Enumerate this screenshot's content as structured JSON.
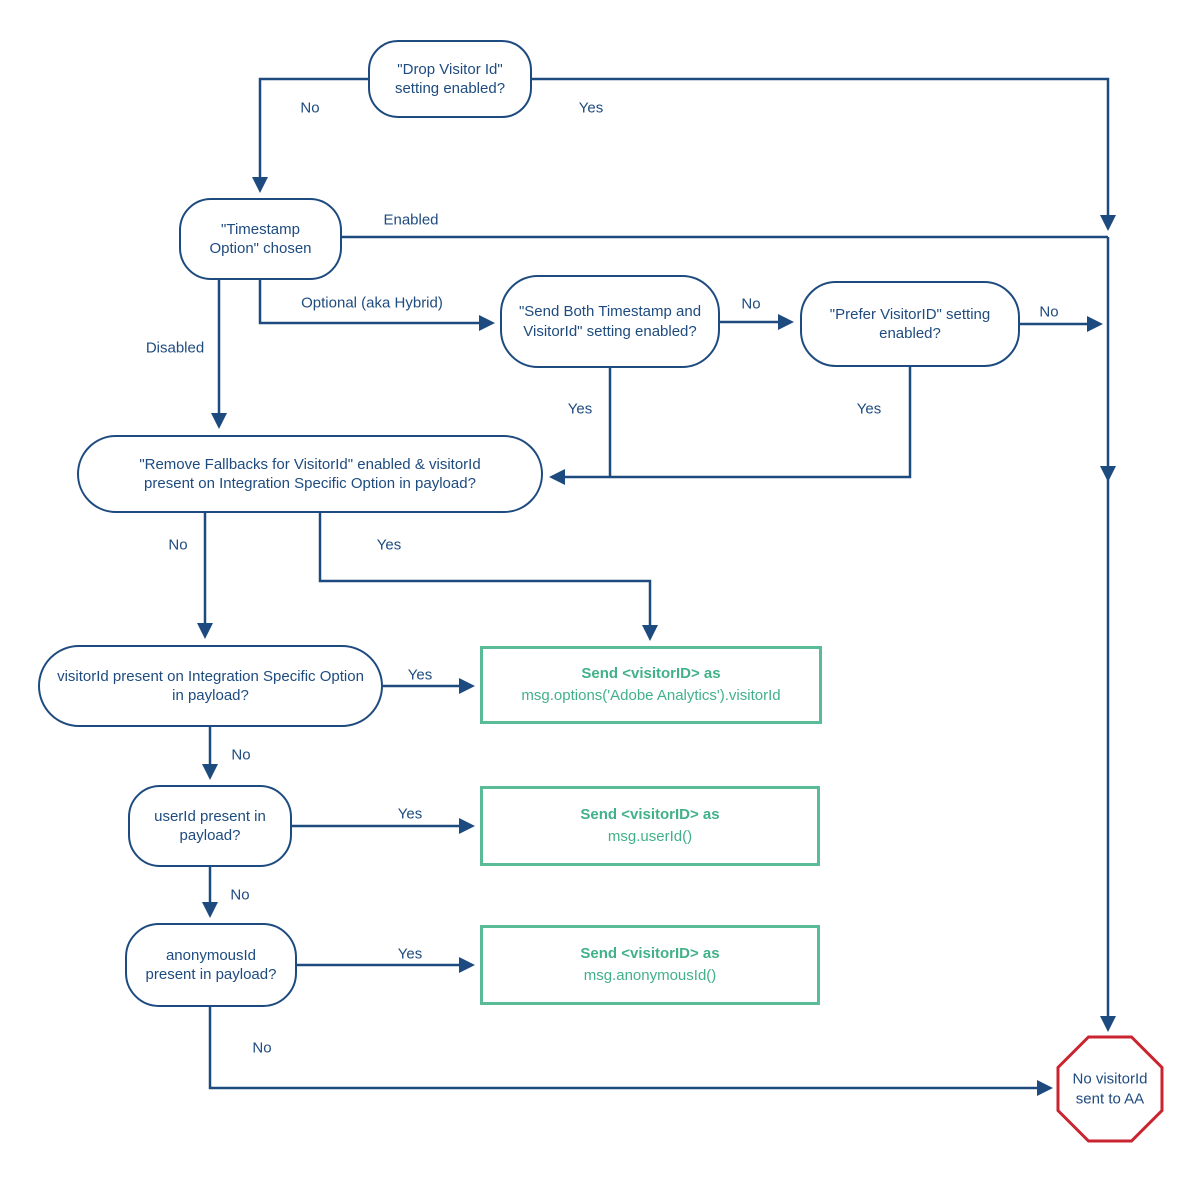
{
  "colors": {
    "line_blue": "#1e4b7f",
    "action_green_border": "#5abc96",
    "action_green_text": "#41b189",
    "terminal_red": "#ca2430"
  },
  "nodes": {
    "drop_visitor": "\"Drop Visitor Id\" setting enabled?",
    "timestamp": "\"Timestamp Option\" chosen",
    "send_both": "\"Send Both Timestamp and VisitorId\" setting enabled?",
    "prefer_visitor": "\"Prefer VisitorID\" setting enabled?",
    "remove_fallbacks": "\"Remove Fallbacks for VisitorId\" enabled & visitorId present on Integration Specific Option in payload?",
    "visitorid_option": "visitorId present on Integration Specific Option in payload?",
    "userid": "userId present in payload?",
    "anonymousid": "anonymousId present in payload?"
  },
  "actions": {
    "send_options": {
      "title": "Send <visitorID> as",
      "code": "msg.options('Adobe Analytics').visitorId"
    },
    "send_userid": {
      "title": "Send <visitorID> as",
      "code": "msg.userId()"
    },
    "send_anonymousid": {
      "title": "Send <visitorID> as",
      "code": "msg.anonymousId()"
    }
  },
  "terminal": {
    "line1": "No visitorId",
    "line2": "sent to AA"
  },
  "edge_labels": {
    "no_top": "No",
    "yes_top": "Yes",
    "enabled": "Enabled",
    "optional": "Optional (aka Hybrid)",
    "disabled": "Disabled",
    "no_send_both": "No",
    "no_prefer": "No",
    "yes_send_both": "Yes",
    "yes_prefer": "Yes",
    "no_remove": "No",
    "yes_remove": "Yes",
    "yes_visitorid_option": "Yes",
    "no_visitorid_option": "No",
    "yes_userid": "Yes",
    "no_userid": "No",
    "yes_anonymousid": "Yes",
    "no_anonymousid": "No"
  }
}
